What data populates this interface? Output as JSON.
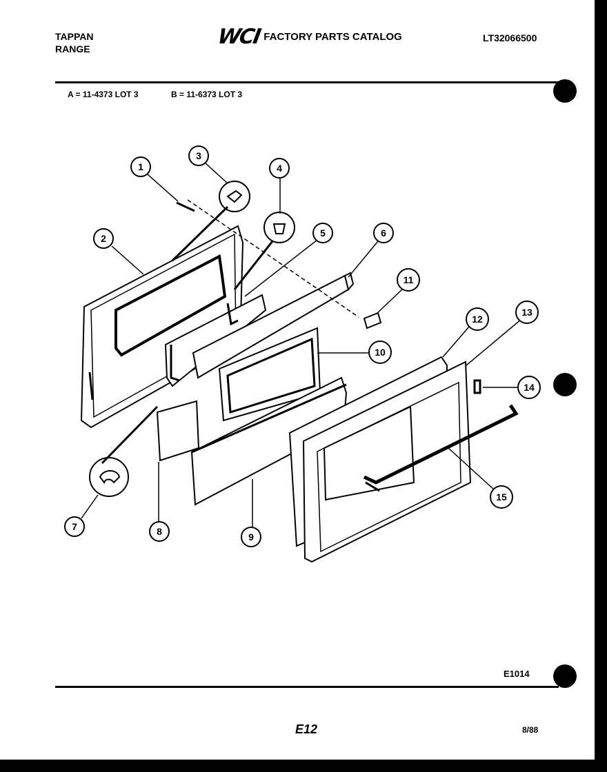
{
  "header": {
    "brand_line1": "TAPPAN",
    "brand_line2": "RANGE",
    "logo": "WCI",
    "catalog_title": "FACTORY PARTS CATALOG",
    "catalog_number": "LT32066500"
  },
  "models": {
    "a": "A = 11-4373 LOT 3",
    "b": "B = 11-6373 LOT 3"
  },
  "callouts": [
    "1",
    "2",
    "3",
    "4",
    "5",
    "6",
    "7",
    "8",
    "9",
    "10",
    "11",
    "12",
    "13",
    "14",
    "15"
  ],
  "footer": {
    "figure_code": "E1014",
    "page": "E12",
    "date": "8/88"
  }
}
